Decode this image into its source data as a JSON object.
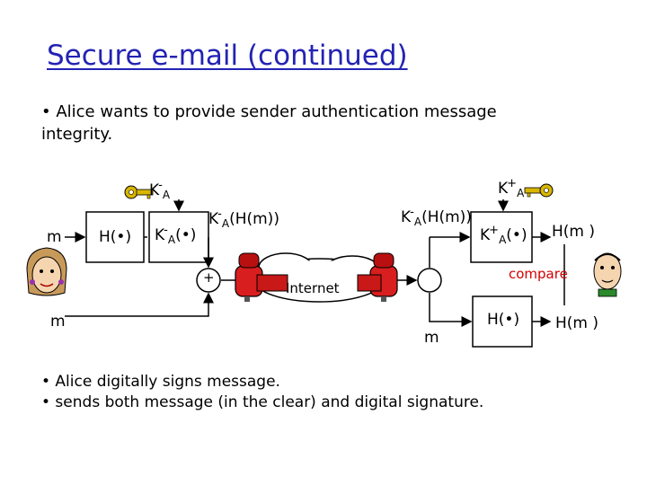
{
  "title": "Secure e-mail (continued)",
  "intro": "• Alice wants to provide sender authentication message integrity.",
  "bullets": [
    "• Alice digitally signs message.",
    "• sends both message (in the clear) and digital signature."
  ],
  "diagram": {
    "key_private": {
      "letter": "K",
      "mark": "-",
      "sub": "A"
    },
    "key_public": {
      "letter": "K",
      "mark": "+",
      "sub": "A"
    },
    "m_left": "m",
    "m_left_bottom": "m",
    "hash_func": "H(•)",
    "encrypt_box": {
      "letter": "K",
      "mark": "-",
      "sub": "A",
      "arg": "(•)"
    },
    "signed_left": {
      "letter": "K",
      "mark": "-",
      "sub": "A",
      "arg": "(H(m))"
    },
    "plus_sign": "+",
    "internet": "Internet",
    "signed_right": {
      "letter": "K",
      "mark": "-",
      "sub": "A",
      "arg": "(H(m))"
    },
    "decrypt_box": {
      "letter": "K",
      "mark": "+",
      "sub": "A",
      "arg": "(•)"
    },
    "h_of_m_top": "H(m )",
    "compare": "compare",
    "m_right": "m",
    "hash_func_right": "H(•)",
    "h_of_m_bottom": "H(m )"
  },
  "colors": {
    "title": "#2323b4",
    "key_gold": "#d9b600",
    "mailbox_red": "#d81e1e",
    "compare_red": "#d40000"
  }
}
